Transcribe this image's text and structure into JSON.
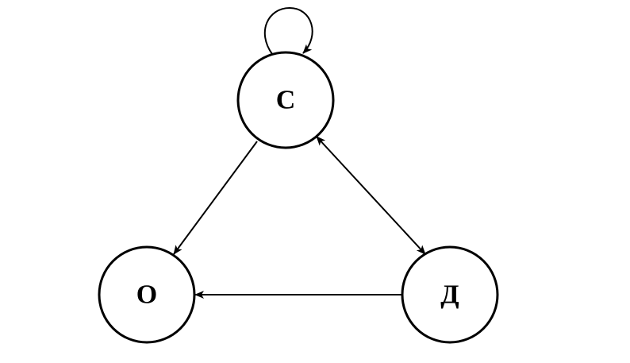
{
  "diagram": {
    "type": "directed-graph",
    "nodes": [
      {
        "id": "C",
        "label": "С"
      },
      {
        "id": "O",
        "label": "О"
      },
      {
        "id": "D",
        "label": "Д"
      }
    ],
    "edges": [
      {
        "from": "C",
        "to": "C",
        "kind": "self-loop"
      },
      {
        "from": "C",
        "to": "O",
        "kind": "directed"
      },
      {
        "from": "C",
        "to": "D",
        "kind": "bidirectional"
      },
      {
        "from": "D",
        "to": "O",
        "kind": "directed"
      }
    ],
    "colors": {
      "stroke": "#000000",
      "background": "#ffffff"
    }
  }
}
